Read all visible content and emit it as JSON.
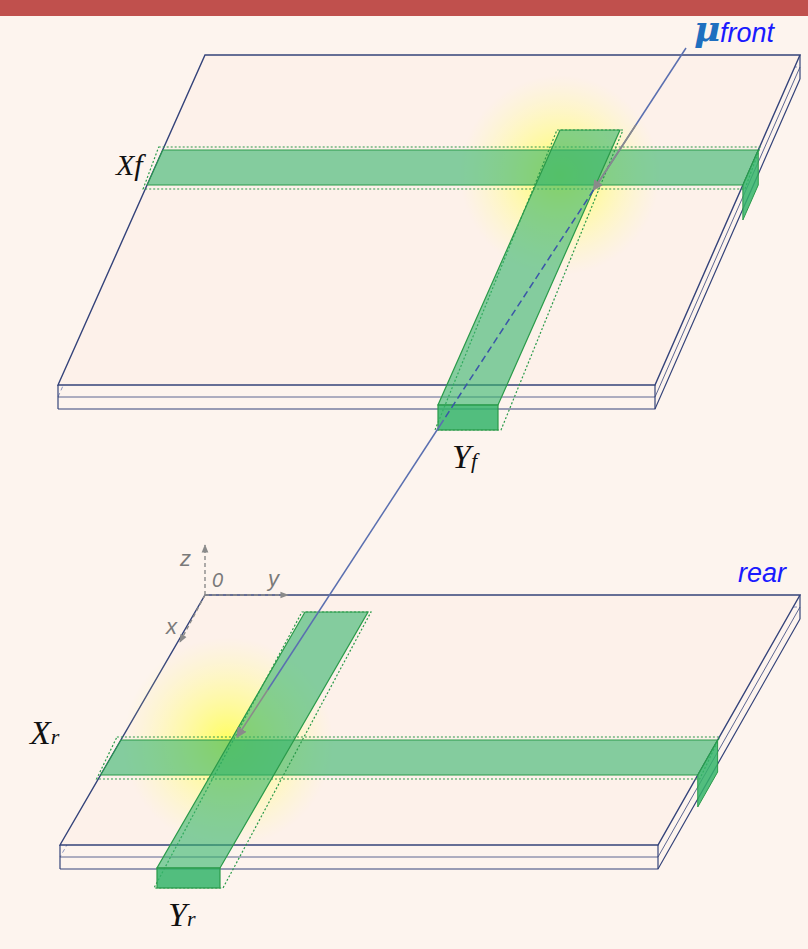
{
  "diagram": {
    "labels": [
      "μ",
      "front",
      "Xf",
      "Yf",
      "rear",
      "z",
      "0",
      "y",
      "x",
      "Xr",
      "Yr"
    ]
  }
}
